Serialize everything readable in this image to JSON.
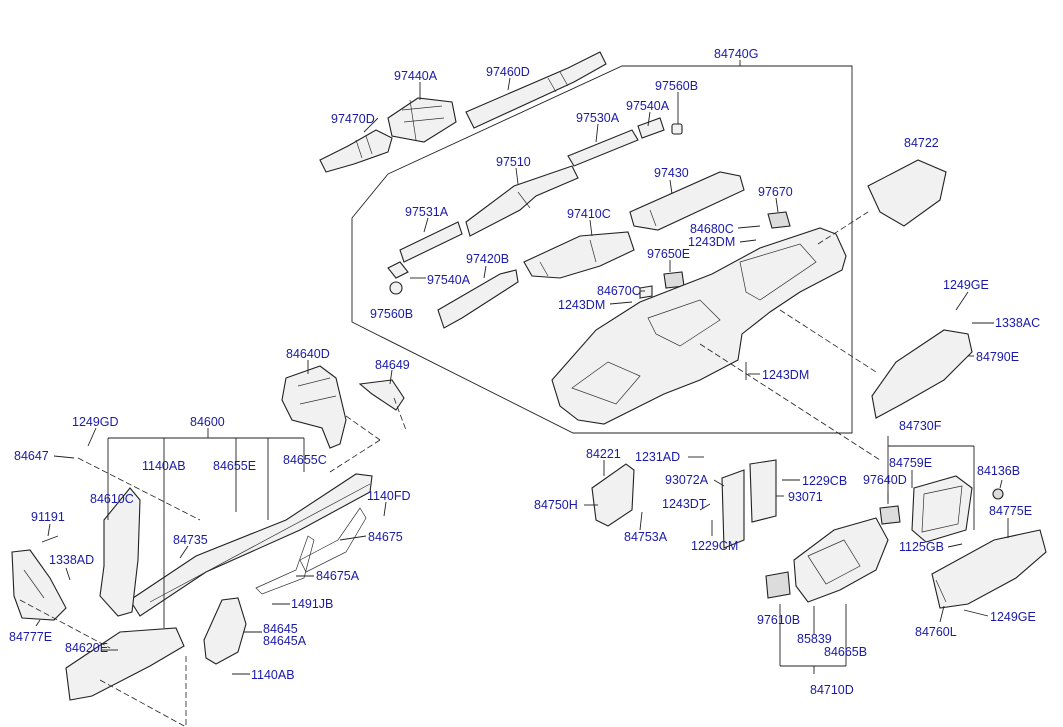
{
  "labels": {
    "l84740G": "84740G",
    "l97440A": "97440A",
    "l97460D": "97460D",
    "l97560B_a": "97560B",
    "l97470D": "97470D",
    "l97540A_a": "97540A",
    "l97530A": "97530A",
    "l84722": "84722",
    "l97510": "97510",
    "l97430": "97430",
    "l97670": "97670",
    "l97531A": "97531A",
    "l97410C": "97410C",
    "l84680C": "84680C",
    "l1243DM_a": "1243DM",
    "l97420B": "97420B",
    "l97650E": "97650E",
    "l97540A_b": "97540A",
    "l84670C": "84670C",
    "l1243DM_b": "1243DM",
    "l97560B_b": "97560B",
    "l1249GE_a": "1249GE",
    "l1338AC": "1338AC",
    "l84790E": "84790E",
    "l1243DM_c": "1243DM",
    "l84640D": "84640D",
    "l84649": "84649",
    "l1249GD": "1249GD",
    "l84600": "84600",
    "l84647": "84647",
    "l1140AB_a": "1140AB",
    "l84655E": "84655E",
    "l84655C": "84655C",
    "l84610C": "84610C",
    "l1140FD": "1140FD",
    "l91191": "91191",
    "l84735": "84735",
    "l84675": "84675",
    "l1338AD": "1338AD",
    "l84675A": "84675A",
    "l1491JB": "1491JB",
    "l84777E": "84777E",
    "l84645": "84645",
    "l84645A": "84645A",
    "l84620E": "84620E",
    "l1140AB_b": "1140AB",
    "l84221": "84221",
    "l1231AD": "1231AD",
    "l93072A": "93072A",
    "l1229CB": "1229CB",
    "l84750H": "84750H",
    "l93071": "93071",
    "l1243DT": "1243DT",
    "l84753A": "84753A",
    "l1229CM": "1229CM",
    "l84730F": "84730F",
    "l84759E": "84759E",
    "l84136B": "84136B",
    "l97640D": "97640D",
    "l84775E": "84775E",
    "l1125GB": "1125GB",
    "l97610B": "97610B",
    "l85839": "85839",
    "l84665B": "84665B",
    "l84710D": "84710D",
    "l84760L": "84760L",
    "l1249GE_b": "1249GE"
  }
}
